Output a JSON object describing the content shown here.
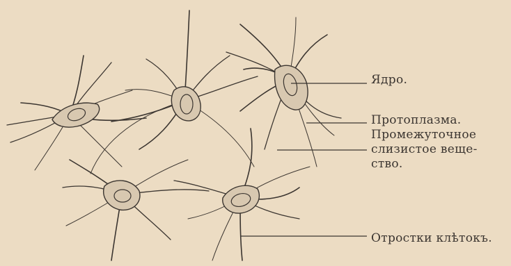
{
  "colors": {
    "background": "#ecdcc3",
    "ink": "#3b3530",
    "cell_fill": "#d8c8b0"
  },
  "labels": {
    "nucleus": "Ядро.",
    "protoplasm": "Протоплазма.",
    "intercellular_line1": "Промежуточное",
    "intercellular_line2": "слизистое веще-",
    "intercellular_line3": "ство.",
    "processes": "Отростки клѣтокъ."
  }
}
